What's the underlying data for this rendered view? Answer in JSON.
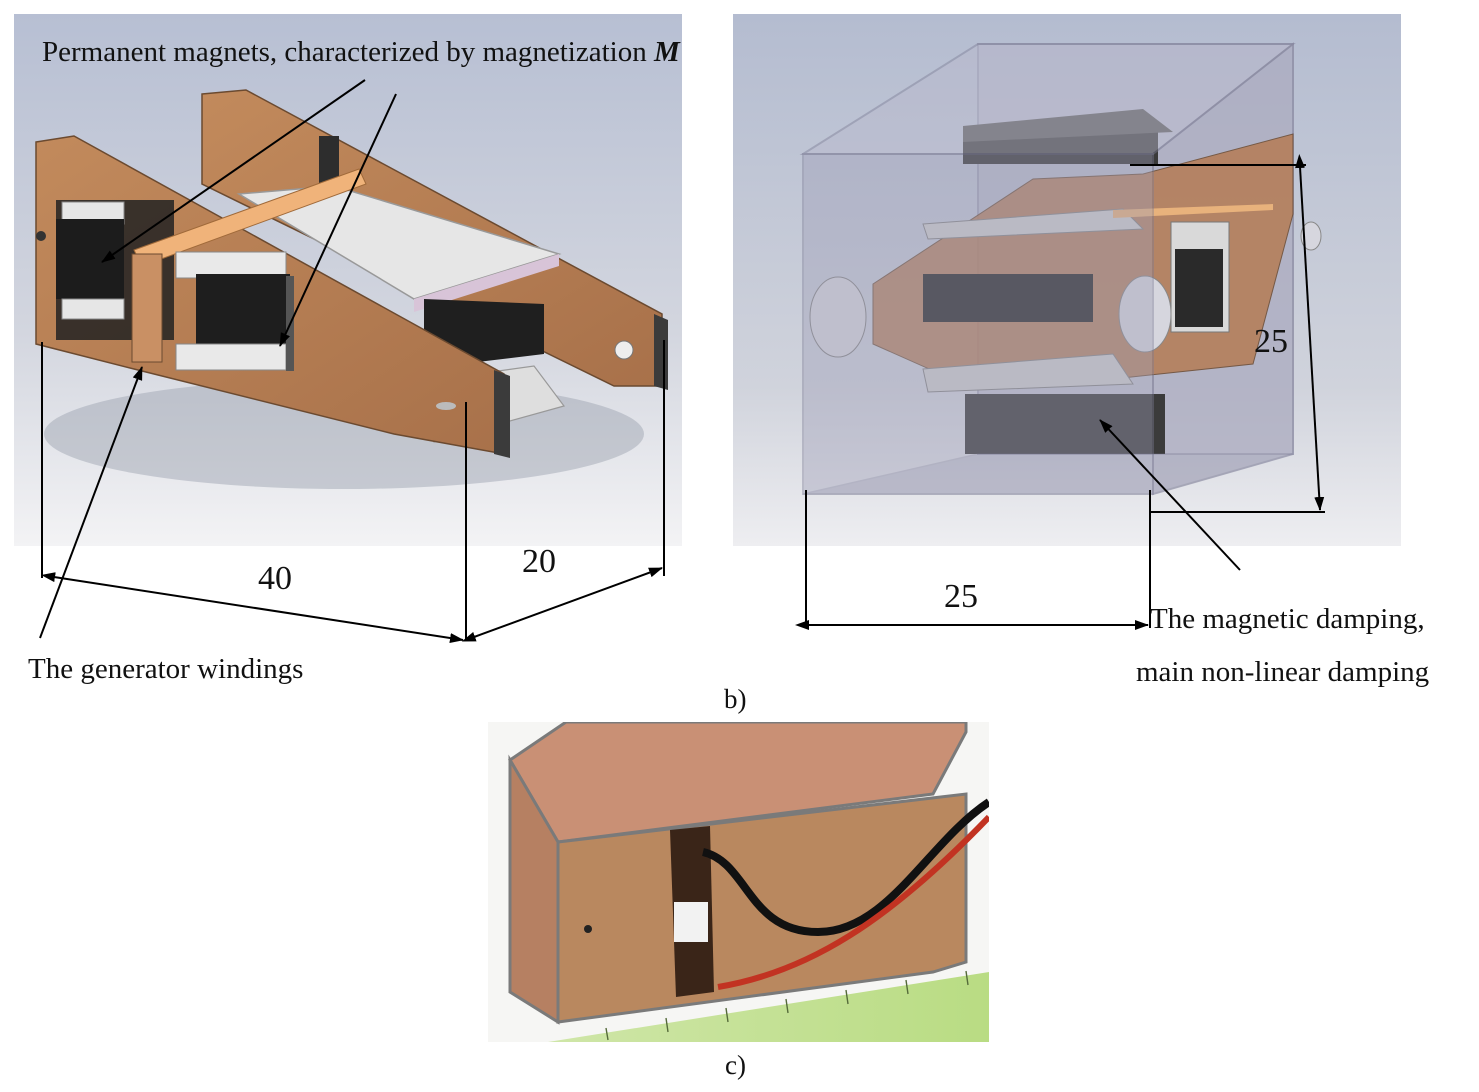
{
  "panel_b": {
    "annotations": {
      "magnets_label_prefix": "Permanent magnets, characterized by magnetization ",
      "magnets_label_symbol": "M",
      "windings_label": "The generator windings",
      "damping_label_line1": "The magnetic damping,",
      "damping_label_line2": "main non-linear damping"
    },
    "dimensions": {
      "left_length": "40",
      "left_depth": "20",
      "right_width": "25",
      "right_height": "25"
    },
    "caption": "b)"
  },
  "panel_c": {
    "caption": "c)"
  },
  "colors": {
    "copper_board": "#b77e52",
    "magnet": "#2a2a2a",
    "background_render": "#c9ccd6",
    "housing_glass": "#a9a9c0"
  }
}
